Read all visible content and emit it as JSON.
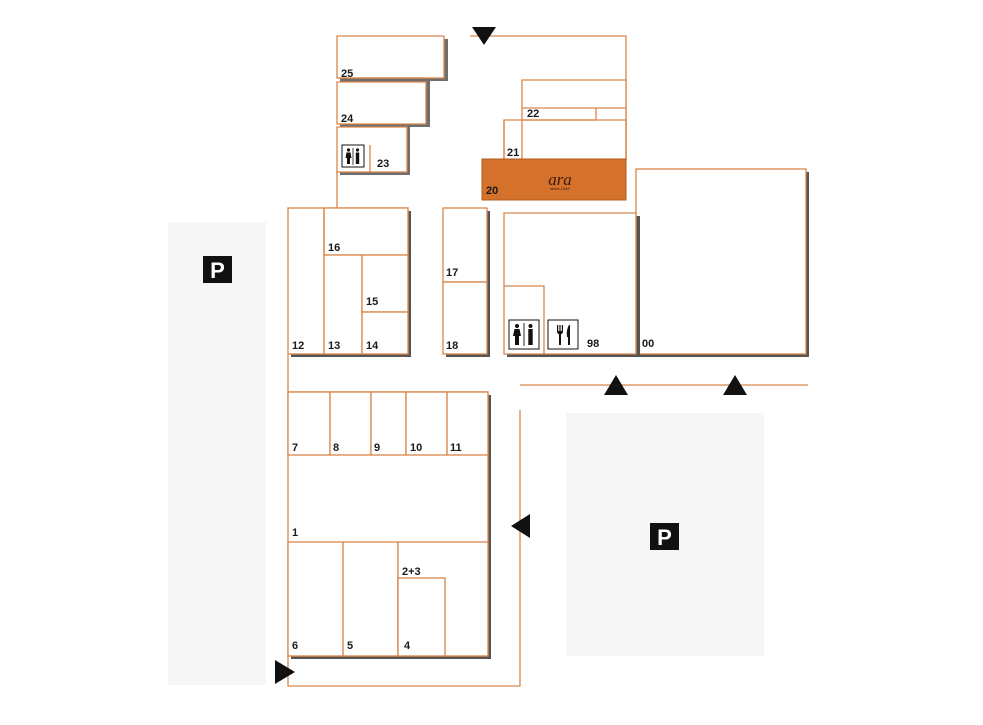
{
  "parking": {
    "label": "P"
  },
  "anchor_store": {
    "number": "20",
    "logo": "ara",
    "logo_sub": "since 1949"
  },
  "units": {
    "u25": "25",
    "u24": "24",
    "u23": "23",
    "u22": "22",
    "u21": "21",
    "u16": "16",
    "u15": "15",
    "u14": "14",
    "u13": "13",
    "u12": "12",
    "u17": "17",
    "u18": "18",
    "u98": "98",
    "u00": "00",
    "u7": "7",
    "u8": "8",
    "u9": "9",
    "u10": "10",
    "u11": "11",
    "u1": "1",
    "u2_3": "2+3",
    "u6": "6",
    "u5": "5",
    "u4": "4"
  },
  "colors": {
    "wall": "#d8864a",
    "anchor": "#d4712a",
    "parking_bg": "#f6f6f6",
    "icon": "#111111"
  },
  "icons": [
    "toilet-icon",
    "restaurant-icon",
    "entrance-arrow-icon",
    "parking-icon"
  ]
}
